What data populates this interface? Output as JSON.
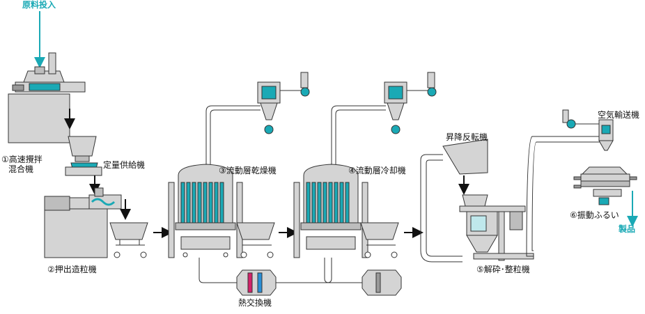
{
  "labels": {
    "raw_input": "原料投入",
    "mixer": "①高速攪拌",
    "mixer_line2": "混合機",
    "feeder": "定量供給機",
    "extruder": "②押出造粒機",
    "dryer": "③流動層乾燥機",
    "cooler": "④流動層冷却機",
    "heat_exchanger": "熱交換機",
    "lifter": "昇降反転機",
    "crusher": "⑤解砕･整粒機",
    "conveyor": "空気輸送機",
    "sieve": "⑥振動ふるい",
    "product": "製品"
  },
  "colors": {
    "accent": "#1aa9b5",
    "machine_fill": "#d4d4d4",
    "machine_dark": "#9a9a9a",
    "outline": "#333333",
    "heat_red": "#d2226a",
    "heat_blue": "#2b8fd6"
  }
}
